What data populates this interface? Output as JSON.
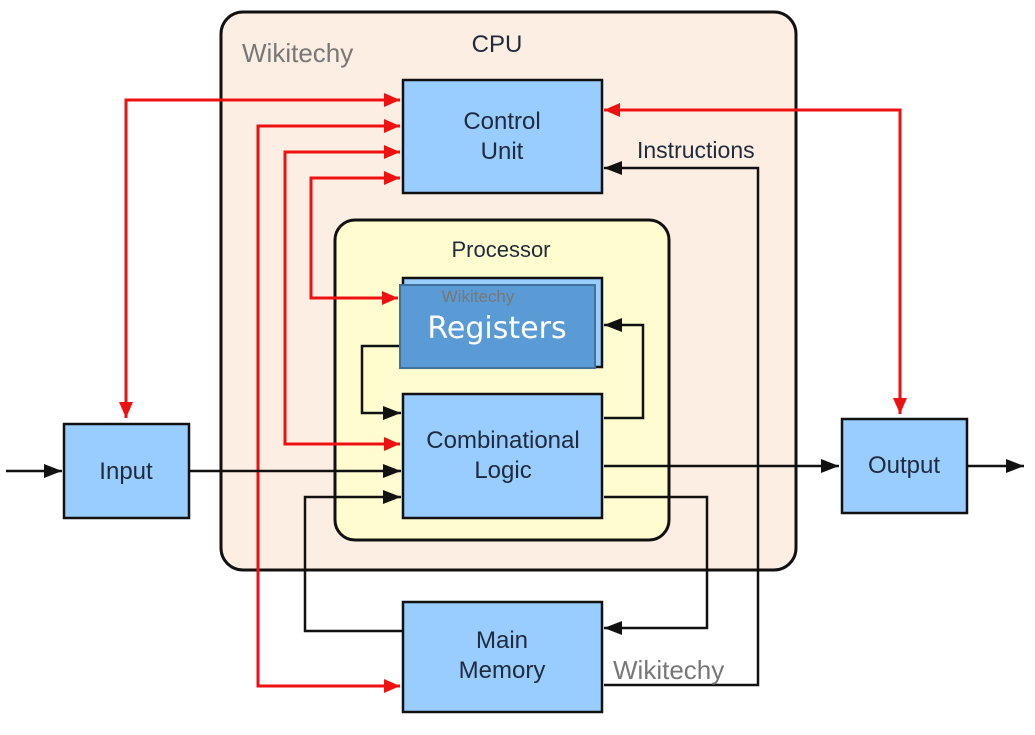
{
  "diagram": {
    "title": "CPU",
    "watermarks": [
      "Wikitechy",
      "Wikitechy",
      "Wikitechy"
    ],
    "colors": {
      "cpu_fill": "#fdeee4",
      "processor_fill": "#fffdd0",
      "block_fill": "#99ccff",
      "registers_fill": "#5b9bd5",
      "control_line": "#ee1111",
      "data_line": "#111111"
    },
    "blocks": {
      "cpu": {
        "label": "CPU"
      },
      "processor": {
        "label": "Processor"
      },
      "control_unit": {
        "label_line1": "Control",
        "label_line2": "Unit"
      },
      "registers": {
        "label": "Registers"
      },
      "combinational_logic": {
        "label_line1": "Combinational",
        "label_line2": "Logic"
      },
      "input": {
        "label": "Input"
      },
      "output": {
        "label": "Output"
      },
      "main_memory": {
        "label_line1": "Main",
        "label_line2": "Memory"
      }
    },
    "annotations": {
      "instructions": "Instructions"
    },
    "connections": [
      {
        "from": "control_unit",
        "to": "input",
        "type": "control",
        "bidirectional": true
      },
      {
        "from": "control_unit",
        "to": "output",
        "type": "control",
        "bidirectional": true
      },
      {
        "from": "control_unit",
        "to": "main_memory",
        "type": "control"
      },
      {
        "from": "control_unit",
        "to": "combinational_logic",
        "type": "control"
      },
      {
        "from": "control_unit",
        "to": "registers",
        "type": "control"
      },
      {
        "from": "main_memory",
        "to": "control_unit",
        "type": "data",
        "label": "Instructions"
      },
      {
        "from": "input",
        "to": "combinational_logic",
        "type": "data"
      },
      {
        "from": "main_memory",
        "to": "combinational_logic",
        "type": "data"
      },
      {
        "from": "registers",
        "to": "combinational_logic",
        "type": "data"
      },
      {
        "from": "combinational_logic",
        "to": "registers",
        "type": "data"
      },
      {
        "from": "combinational_logic",
        "to": "output",
        "type": "data"
      },
      {
        "from": "combinational_logic",
        "to": "main_memory",
        "type": "data"
      },
      {
        "from": "external",
        "to": "input",
        "type": "data"
      },
      {
        "from": "output",
        "to": "external",
        "type": "data"
      }
    ]
  }
}
